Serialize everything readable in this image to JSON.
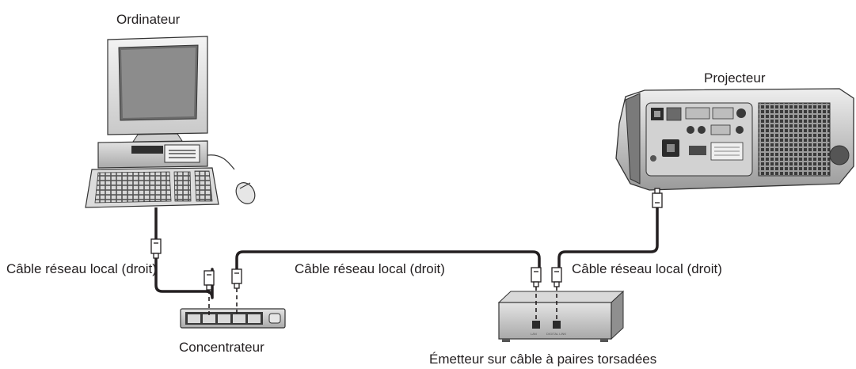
{
  "labels": {
    "computer": "Ordinateur",
    "projector": "Projecteur",
    "hub": "Concentrateur",
    "transmitter": "Émetteur sur câble à paires torsadées",
    "cable_left": "Câble réseau local (droit)",
    "cable_middle": "Câble réseau local (droit)",
    "cable_right": "Câble réseau local (droit)",
    "port_lan": "LAN",
    "port_digital_link": "DIGITAL LINK"
  }
}
